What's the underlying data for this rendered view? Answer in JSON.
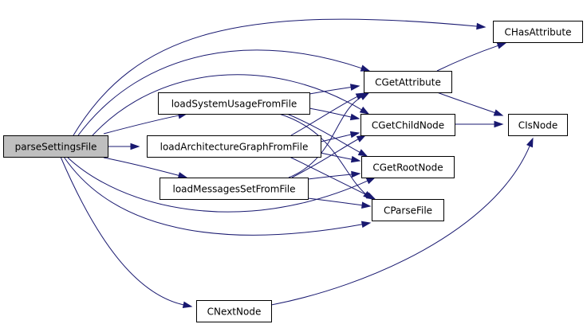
{
  "diagram": {
    "type": "call-graph",
    "colors": {
      "edge": "#191970",
      "root_fill": "#bfbfbf",
      "node_fill": "#ffffff",
      "node_stroke": "#000000"
    },
    "nodes": [
      {
        "id": "parseSettingsFile",
        "label": "parseSettingsFile",
        "root": true
      },
      {
        "id": "loadSystemUsageFromFile",
        "label": "loadSystemUsageFromFile"
      },
      {
        "id": "loadArchitectureGraphFromFile",
        "label": "loadArchitectureGraphFromFile"
      },
      {
        "id": "loadMessagesSetFromFile",
        "label": "loadMessagesSetFromFile"
      },
      {
        "id": "CNextNode",
        "label": "CNextNode"
      },
      {
        "id": "CGetAttribute",
        "label": "CGetAttribute"
      },
      {
        "id": "CGetChildNode",
        "label": "CGetChildNode"
      },
      {
        "id": "CGetRootNode",
        "label": "CGetRootNode"
      },
      {
        "id": "CParseFile",
        "label": "CParseFile"
      },
      {
        "id": "CHasAttribute",
        "label": "CHasAttribute"
      },
      {
        "id": "CIsNode",
        "label": "CIsNode"
      }
    ],
    "edges": [
      [
        "parseSettingsFile",
        "CHasAttribute"
      ],
      [
        "parseSettingsFile",
        "CGetAttribute"
      ],
      [
        "parseSettingsFile",
        "CGetChildNode"
      ],
      [
        "parseSettingsFile",
        "loadSystemUsageFromFile"
      ],
      [
        "parseSettingsFile",
        "loadArchitectureGraphFromFile"
      ],
      [
        "parseSettingsFile",
        "loadMessagesSetFromFile"
      ],
      [
        "parseSettingsFile",
        "CGetRootNode"
      ],
      [
        "parseSettingsFile",
        "CParseFile"
      ],
      [
        "parseSettingsFile",
        "CNextNode"
      ],
      [
        "loadSystemUsageFromFile",
        "CGetAttribute"
      ],
      [
        "loadSystemUsageFromFile",
        "CGetChildNode"
      ],
      [
        "loadSystemUsageFromFile",
        "CGetRootNode"
      ],
      [
        "loadSystemUsageFromFile",
        "CParseFile"
      ],
      [
        "loadArchitectureGraphFromFile",
        "CGetAttribute"
      ],
      [
        "loadArchitectureGraphFromFile",
        "CGetChildNode"
      ],
      [
        "loadArchitectureGraphFromFile",
        "CGetRootNode"
      ],
      [
        "loadArchitectureGraphFromFile",
        "CParseFile"
      ],
      [
        "loadMessagesSetFromFile",
        "CGetAttribute"
      ],
      [
        "loadMessagesSetFromFile",
        "CGetChildNode"
      ],
      [
        "loadMessagesSetFromFile",
        "CGetRootNode"
      ],
      [
        "loadMessagesSetFromFile",
        "CParseFile"
      ],
      [
        "CGetAttribute",
        "CHasAttribute"
      ],
      [
        "CGetAttribute",
        "CIsNode"
      ],
      [
        "CGetChildNode",
        "CIsNode"
      ],
      [
        "CNextNode",
        "CIsNode"
      ]
    ]
  }
}
